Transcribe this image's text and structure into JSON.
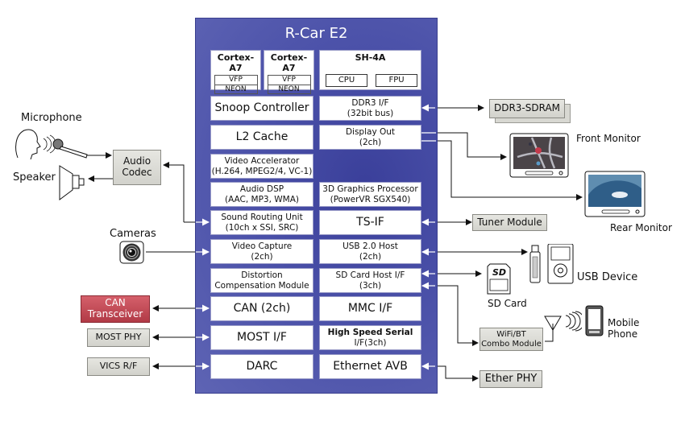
{
  "chip": {
    "title": "R-Car E2",
    "color": "#4a50a8",
    "cores": [
      {
        "name": "Cortex-A7",
        "subs": [
          "VFP",
          "NEON"
        ]
      },
      {
        "name": "Cortex-A7",
        "subs": [
          "VFP",
          "NEON"
        ]
      }
    ],
    "sh4a": {
      "name": "SH-4A",
      "subs": [
        "CPU",
        "FPU"
      ]
    },
    "left_blocks": [
      {
        "line1": "Snoop Controller",
        "line2": ""
      },
      {
        "line1": "L2 Cache",
        "line2": ""
      },
      {
        "line1": "Video Accelerator",
        "line2": "(H.264, MPEG2/4, VC-1)"
      },
      {
        "line1": "Audio DSP",
        "line2": "(AAC, MP3, WMA)"
      },
      {
        "line1": "Sound Routing Unit",
        "line2": "(10ch x SSI, SRC)"
      },
      {
        "line1": "Video Capture",
        "line2": "(2ch)"
      },
      {
        "line1": "Distortion",
        "line2": "Compensation Module"
      },
      {
        "line1": "CAN (2ch)",
        "line2": ""
      },
      {
        "line1": "MOST I/F",
        "line2": ""
      },
      {
        "line1": "DARC",
        "line2": ""
      }
    ],
    "right_blocks": [
      {
        "line1": "DDR3 I/F",
        "line2": "(32bit bus)"
      },
      {
        "line1": "Display Out",
        "line2": "(2ch)"
      },
      {
        "line1": "3D Graphics Processor",
        "line2": "(PowerVR SGX540)"
      },
      {
        "line1": "TS-IF",
        "line2": ""
      },
      {
        "line1": "USB 2.0 Host",
        "line2": "(2ch)"
      },
      {
        "line1": "SD Card Host I/F",
        "line2": "(3ch)"
      },
      {
        "line1": "MMC I/F",
        "line2": ""
      },
      {
        "line1": "High Speed Serial",
        "line2": "I/F(3ch)"
      },
      {
        "line1": "Ethernet AVB",
        "line2": ""
      }
    ]
  },
  "peripherals": {
    "microphone": "Microphone",
    "speaker": "Speaker",
    "audio_codec": [
      "Audio",
      "Codec"
    ],
    "cameras": "Cameras",
    "can_transceiver": [
      "CAN",
      "Transceiver"
    ],
    "can_color": "#c0424f",
    "most_phy": "MOST PHY",
    "vics": "VICS R/F",
    "ddr3": "DDR3-SDRAM",
    "front_monitor": "Front Monitor",
    "rear_monitor": "Rear Monitor",
    "tuner": "Tuner Module",
    "usb_device": "USB Device",
    "sd_card": "SD Card",
    "sd_glyph": "SD",
    "wifi": [
      "WiFi/BT",
      "Combo Module"
    ],
    "mobile_phone": [
      "Mobile",
      "Phone"
    ],
    "ether_phy": "Ether PHY"
  }
}
